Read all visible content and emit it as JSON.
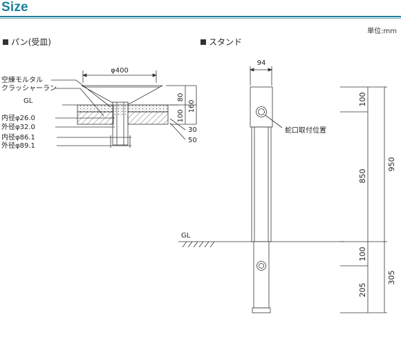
{
  "title": "Size",
  "unit": "単位:mm",
  "pan": {
    "heading": "パン(受皿)",
    "diameter": "φ400",
    "materials": [
      "空練モルタル",
      "クラッシャーラン"
    ],
    "gl": "GL",
    "pipes": [
      "内径φ26.0",
      "外径φ32.0",
      "内径φ86.1",
      "外径φ89.1"
    ],
    "dims_vertical": [
      "80",
      "100",
      "160"
    ],
    "dims_callout": [
      "30",
      "50"
    ]
  },
  "stand": {
    "heading": "スタンド",
    "width": "94",
    "faucet_label": "蛇口取付位置",
    "gl": "GL",
    "dims_inner": [
      "100",
      "850",
      "100",
      "205"
    ],
    "dims_outer": [
      "950",
      "305"
    ]
  }
}
